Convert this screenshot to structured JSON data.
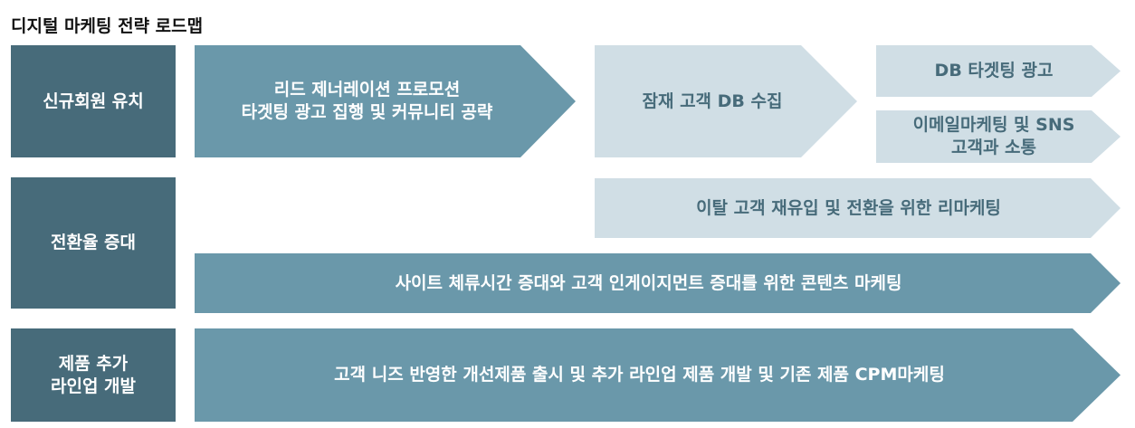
{
  "title": "디지털 마케팅 전략 로드맵",
  "rows": [
    {
      "label": [
        "신규회원 유치"
      ]
    },
    {
      "label": [
        "전환율 증대"
      ]
    },
    {
      "label": [
        "제품 추가",
        "라인업 개발"
      ]
    }
  ],
  "steps": {
    "lead_gen": [
      "리드 제너레이션 프로모션",
      "타겟팅 광고 집행 및 커뮤니티 공략"
    ],
    "db_collect": [
      "잠재 고객 DB 수집"
    ],
    "db_ads": [
      "DB 타겟팅 광고"
    ],
    "email_sns": [
      "이메일마케팅 및 SNS",
      "고객과 소통"
    ],
    "remarketing": [
      "이탈 고객 재유입 및 전환을 위한 리마케팅"
    ],
    "content": [
      "사이트 체류시간 증대와 고객 인게이지먼트 증대를 위한 콘텐츠 마케팅"
    ],
    "product": [
      "고객 니즈 반영한 개선제품 출시 및 추가 라인업 제품 개발 및 기존 제품 CPM마케팅"
    ]
  },
  "colors": {
    "label": "#476b7a",
    "dark": "#6a98aa",
    "light": "#d0dee5"
  }
}
